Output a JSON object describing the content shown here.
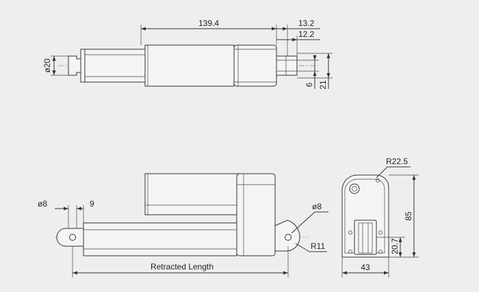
{
  "drawing": {
    "background": "#eeeeef",
    "line_color": "#333333"
  },
  "dimensions": {
    "top_view": {
      "length": "139.4",
      "offset_a": "13.2",
      "offset_b": "12.2",
      "diameter": "ø20",
      "hole_dim": "6",
      "clevis_height": "21"
    },
    "side_view": {
      "rear_hole": "ø8",
      "rear_offset": "9",
      "front_hole": "ø8",
      "radius": "R11",
      "retracted_length": "Retracted Length"
    },
    "end_view": {
      "radius": "R22.5",
      "height": "85",
      "center_height": "20.7",
      "width": "43"
    }
  }
}
